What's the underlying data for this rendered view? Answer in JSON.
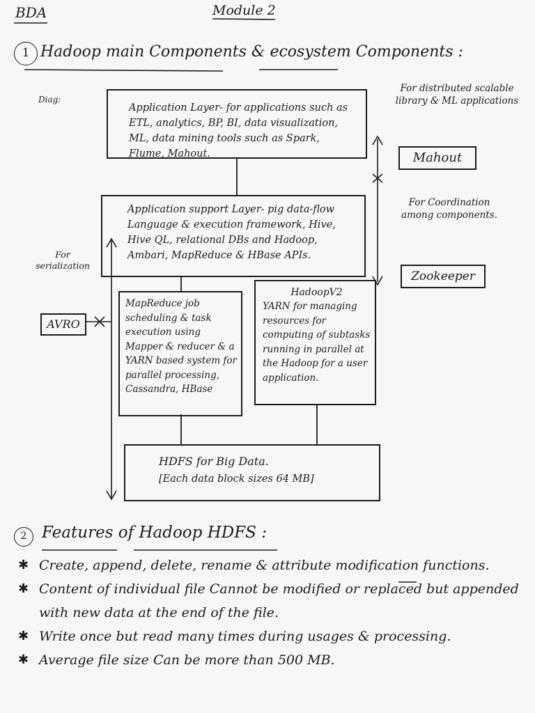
{
  "header": {
    "left_tag": "BDA",
    "title": "Module 2"
  },
  "section1": {
    "number": "1",
    "heading": "Hadoop main Components & ecosystem Components :",
    "diagram_label": "Diag:"
  },
  "diagram": {
    "application_layer": "Application Layer- for applications such as ETL, analytics, BP, BI, data visualization, ML, data mining tools such as Spark, Flume, Mahout.",
    "application_support_layer": "Application support Layer- pig data-flow Language & execution framework, Hive, Hive QL, relational DBs and Hadoop, Ambari, MapReduce & HBase APIs.",
    "mapreduce": "MapReduce job scheduling & task execution using Mapper & reducer & a YARN based system for parallel processing, Cassandra, HBase",
    "hadoopv2_title": "HadoopV2",
    "hadoopv2_body": "YARN for managing resources for computing of subtasks running in parallel at the Hadoop for a user application.",
    "hdfs_line1": "HDFS for Big Data.",
    "hdfs_line2": "[Each data block sizes 64 MB]",
    "mahout_note": "For distributed scalable library & ML applications",
    "mahout_label": "Mahout",
    "zookeeper_note": "For Coordination among components.",
    "zookeeper_label": "Zookeeper",
    "avro_note": "For serialization",
    "avro_label": "AVRO"
  },
  "section2": {
    "number": "2",
    "heading": "Features of Hadoop HDFS :",
    "features": [
      "Create, append, delete, rename & attribute modification functions.",
      "Content of individual file Cannot be modified or replaced but appended with new data at the end of the file.",
      "Write once but read many times during usages & processing.",
      "Average file size Can be more than 500 MB."
    ]
  }
}
